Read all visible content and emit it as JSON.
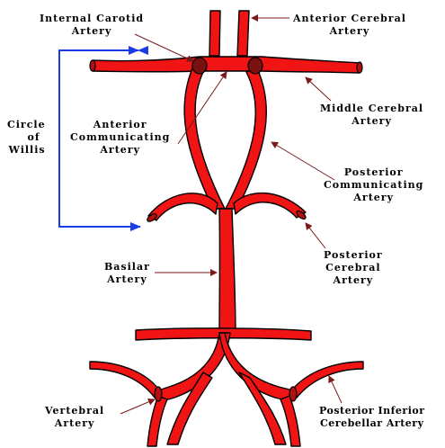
{
  "labels": {
    "internal_carotid": [
      "Internal Carotid",
      "Artery"
    ],
    "anterior_cerebral": [
      "Anterior Cerebral",
      "Artery"
    ],
    "middle_cerebral": [
      "Middle Cerebral",
      "Artery"
    ],
    "circle_of_willis": [
      "Circle",
      "of",
      "Willis"
    ],
    "anterior_communicating": [
      "Anterior",
      "Communicating",
      "Artery"
    ],
    "posterior_communicating": [
      "Posterior",
      "Communicating",
      "Artery"
    ],
    "posterior_cerebral": [
      "Posterior",
      "Cerebral",
      "Artery"
    ],
    "basilar": [
      "Basilar",
      "Artery"
    ],
    "vertebral": [
      "Vertebral",
      "Artery"
    ],
    "posterior_inferior_cerebellar": [
      "Posterior Inferior",
      "Cerebellar Artery"
    ]
  },
  "colors": {
    "artery": "#f01414",
    "node": "#7a1010",
    "leader": "#7a1a1a",
    "bracket": "#1a3be6"
  }
}
